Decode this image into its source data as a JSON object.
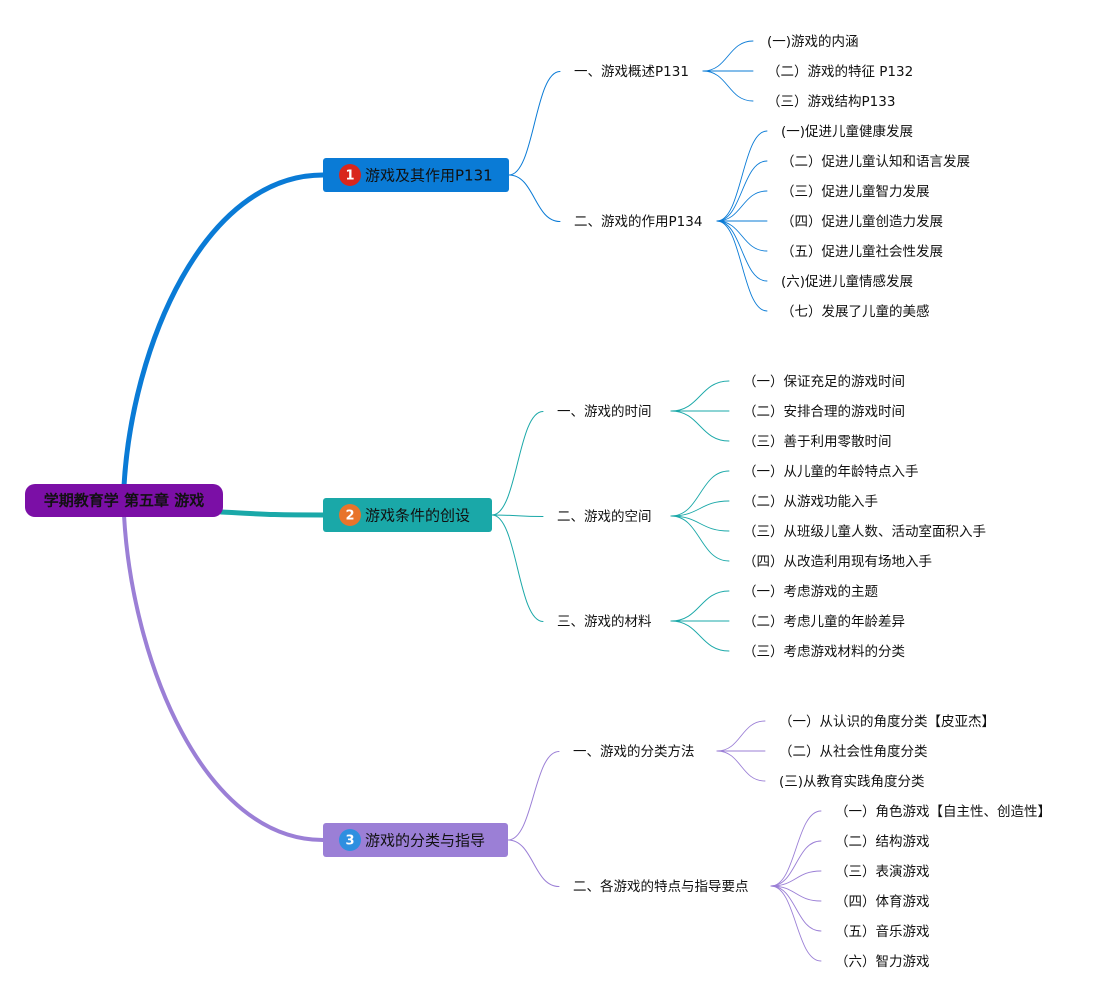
{
  "root": {
    "label": "学期教育学 第五章 游戏",
    "color": "#7b0fa6"
  },
  "branches": [
    {
      "label": "游戏及其作用P131",
      "badge": "1",
      "color": "#0a7bd6",
      "badgeColor": "#d9261c",
      "subs": [
        {
          "label": "一、游戏概述P131",
          "leaves": [
            "(一)游戏的内涵",
            "（二）游戏的特征 P132",
            "（三）游戏结构P133"
          ]
        },
        {
          "label": "二、游戏的作用P134",
          "leaves": [
            "(一)促进儿童健康发展",
            "（二）促进儿童认知和语言发展",
            "（三）促进儿童智力发展",
            "（四）促进儿童创造力发展",
            "（五）促进儿童社会性发展",
            "(六)促进儿童情感发展",
            "（七）发展了儿童的美感"
          ]
        }
      ]
    },
    {
      "label": "游戏条件的创设",
      "badge": "2",
      "color": "#1aa8a8",
      "badgeColor": "#e8742a",
      "subs": [
        {
          "label": "一、游戏的时间",
          "leaves": [
            "（一）保证充足的游戏时间",
            "（二）安排合理的游戏时间",
            "（三）善于利用零散时间"
          ]
        },
        {
          "label": "二、游戏的空间",
          "leaves": [
            "（一）从儿童的年龄特点入手",
            "（二）从游戏功能入手",
            "（三）从班级儿童人数、活动室面积入手",
            "（四）从改造利用现有场地入手"
          ]
        },
        {
          "label": "三、游戏的材料",
          "leaves": [
            "（一）考虑游戏的主题",
            "（二）考虑儿童的年龄差异",
            "（三）考虑游戏材料的分类"
          ]
        }
      ]
    },
    {
      "label": "游戏的分类与指导",
      "badge": "3",
      "color": "#9b7fd6",
      "badgeColor": "#2e8fe0",
      "subs": [
        {
          "label": "一、游戏的分类方法",
          "leaves": [
            "（一）从认识的角度分类【皮亚杰】",
            "（二）从社会性角度分类",
            "(三)从教育实践角度分类"
          ]
        },
        {
          "label": "二、各游戏的特点与指导要点",
          "leaves": [
            "（一）角色游戏【自主性、创造性】",
            "（二）结构游戏",
            "（三）表演游戏",
            "（四）体育游戏",
            "（五）音乐游戏",
            "（六）智力游戏"
          ]
        }
      ]
    }
  ]
}
